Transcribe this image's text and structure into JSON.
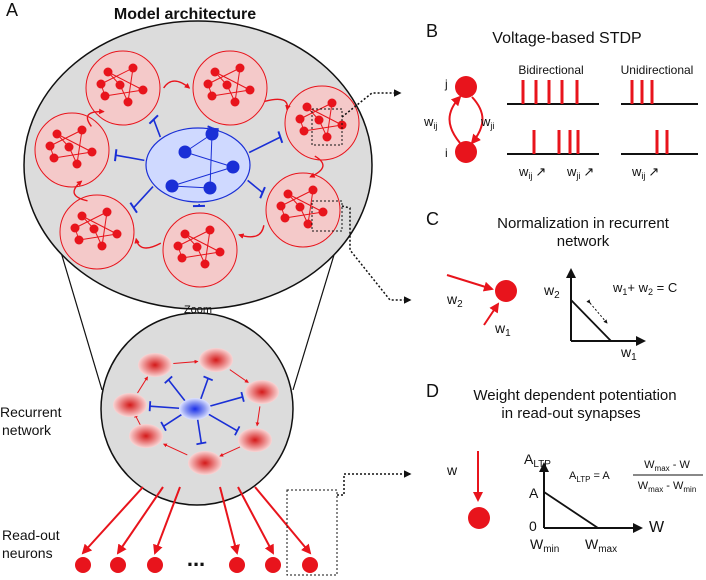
{
  "colors": {
    "excitatory": "#e8141c",
    "inhibitory": "#1a2fd6",
    "cluster_fill": "#f6b7b7",
    "inhib_fill": "#cfd9ff",
    "zoom_fill": "#dcdcdc",
    "ink": "#111111"
  },
  "panelA": {
    "letter": "A",
    "title": "Model architecture",
    "zoom_label": "Zoom",
    "recurrent_label_1": "Recurrent",
    "recurrent_label_2": "network",
    "readout_label_1": "Read-out",
    "readout_label_2": "neurons",
    "ellipsis": "..."
  },
  "panelB": {
    "letter": "B",
    "title": "Voltage-based STDP",
    "neuron_j": "j",
    "neuron_i": "i",
    "w_ij": "w",
    "w_ij_sub": "ij",
    "w_ji": "w",
    "w_ji_sub": "ji",
    "bidirectional": "Bidirectional",
    "unidirectional": "Unidirectional",
    "arrow_glyph": "↗"
  },
  "panelC": {
    "letter": "C",
    "title_1": "Normalization in recurrent",
    "title_2": "network",
    "w2": "w",
    "w2_sub": "2",
    "w1": "w",
    "w1_sub": "1",
    "eq_w1": "w",
    "eq_w1_sub": "1",
    "eq_plus": "+ w",
    "eq_w2_sub": "2",
    "eq_rest": " = C"
  },
  "panelD": {
    "letter": "D",
    "title_1": "Weight dependent potentiation",
    "title_2": "in read-out synapses",
    "w": "w",
    "a_ltp": "A",
    "a_ltp_sub": "LTP",
    "a_label": "A",
    "zero": "0",
    "w_min": "W",
    "w_min_sub": "min",
    "w_max": "W",
    "w_max_sub": "max",
    "w_axis": "W",
    "eq_lhs": "A",
    "eq_lhs_sub": "LTP",
    "eq_eq": " = A",
    "eq_num": "W",
    "eq_num_sub": "max",
    "eq_num_rest": " - W",
    "eq_den": "W",
    "eq_den_sub1": "max",
    "eq_den_mid": " - W",
    "eq_den_sub2": "min"
  }
}
